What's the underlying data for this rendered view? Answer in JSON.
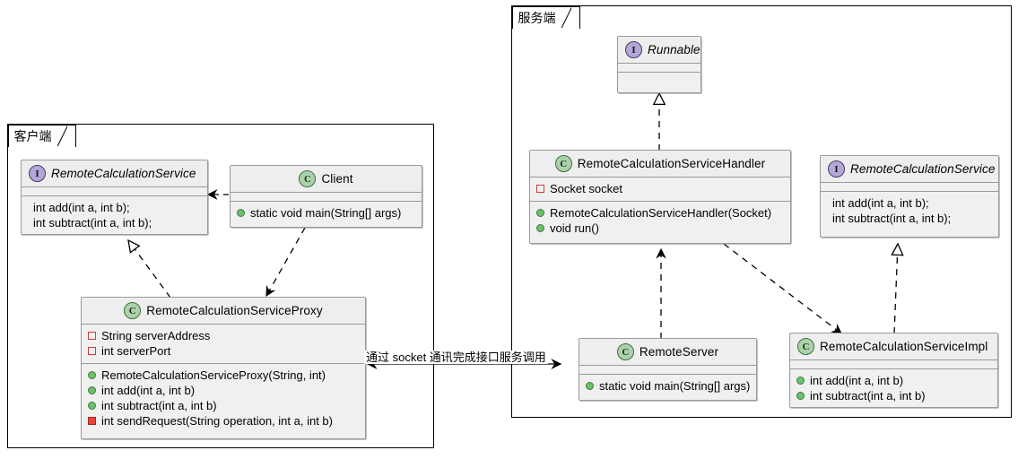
{
  "diagram": {
    "type": "uml-class-diagram",
    "packages": [
      {
        "id": "client",
        "label": "客户端"
      },
      {
        "id": "server",
        "label": "服务端"
      }
    ],
    "link_label": "通过 socket 通讯完成接口服务调用",
    "colors": {
      "class_icon_fill": "#add1ad",
      "class_icon_border": "#3c703c",
      "interface_icon_fill": "#b4a7d6",
      "interface_icon_border": "#473a63",
      "public_marker": "#6cbf6c",
      "private_field_marker": "#d03b3b",
      "private_method_marker": "#e8453c",
      "box_fill": "#f0f0f0",
      "box_border": "#9a9a9a",
      "package_border": "#000000"
    },
    "icons": {
      "class": "C",
      "interface": "I"
    }
  },
  "classes": {
    "client_interface": {
      "name": "RemoteCalculationService",
      "stereotype": "interface",
      "italic": true,
      "fields": [],
      "methods": [
        {
          "text": "int add(int a, int b);",
          "visibility": "none"
        },
        {
          "text": "int subtract(int a, int b);",
          "visibility": "none"
        }
      ]
    },
    "client": {
      "name": "Client",
      "stereotype": "class",
      "italic": false,
      "fields": [],
      "methods": [
        {
          "text": "static void main(String[] args)",
          "visibility": "public"
        }
      ]
    },
    "proxy": {
      "name": "RemoteCalculationServiceProxy",
      "stereotype": "class",
      "italic": false,
      "fields": [
        {
          "text": "String serverAddress",
          "visibility": "private-field"
        },
        {
          "text": "int serverPort",
          "visibility": "private-field"
        }
      ],
      "methods": [
        {
          "text": "RemoteCalculationServiceProxy(String, int)",
          "visibility": "public"
        },
        {
          "text": "int add(int a, int b)",
          "visibility": "public"
        },
        {
          "text": "int subtract(int a, int b)",
          "visibility": "public"
        },
        {
          "text": "int sendRequest(String operation, int a, int b)",
          "visibility": "private-method"
        }
      ]
    },
    "runnable": {
      "name": "Runnable",
      "stereotype": "interface",
      "italic": true,
      "fields": [],
      "methods": []
    },
    "handler": {
      "name": "RemoteCalculationServiceHandler",
      "stereotype": "class",
      "italic": false,
      "fields": [
        {
          "text": "Socket socket",
          "visibility": "private-field"
        }
      ],
      "methods": [
        {
          "text": "RemoteCalculationServiceHandler(Socket)",
          "visibility": "public"
        },
        {
          "text": "void run()",
          "visibility": "public"
        }
      ]
    },
    "server_interface": {
      "name": "RemoteCalculationService",
      "stereotype": "interface",
      "italic": true,
      "fields": [],
      "methods": [
        {
          "text": "int add(int a, int b);",
          "visibility": "none"
        },
        {
          "text": "int subtract(int a, int b);",
          "visibility": "none"
        }
      ]
    },
    "remote_server": {
      "name": "RemoteServer",
      "stereotype": "class",
      "italic": false,
      "fields": [],
      "methods": [
        {
          "text": "static void main(String[] args)",
          "visibility": "public"
        }
      ]
    },
    "impl": {
      "name": "RemoteCalculationServiceImpl",
      "stereotype": "class",
      "italic": false,
      "fields": [],
      "methods": [
        {
          "text": "int add(int a, int b)",
          "visibility": "public"
        },
        {
          "text": "int subtract(int a, int b)",
          "visibility": "public"
        }
      ]
    }
  },
  "relationships": [
    {
      "from": "client",
      "to": "client_interface",
      "kind": "dependency"
    },
    {
      "from": "client",
      "to": "proxy",
      "kind": "dependency"
    },
    {
      "from": "proxy",
      "to": "client_interface",
      "kind": "realization"
    },
    {
      "from": "handler",
      "to": "runnable",
      "kind": "realization"
    },
    {
      "from": "remote_server",
      "to": "handler",
      "kind": "dependency"
    },
    {
      "from": "handler",
      "to": "impl",
      "kind": "dependency"
    },
    {
      "from": "impl",
      "to": "server_interface",
      "kind": "realization"
    },
    {
      "from": "client_package",
      "to": "server_package",
      "kind": "bidirectional-association"
    }
  ]
}
